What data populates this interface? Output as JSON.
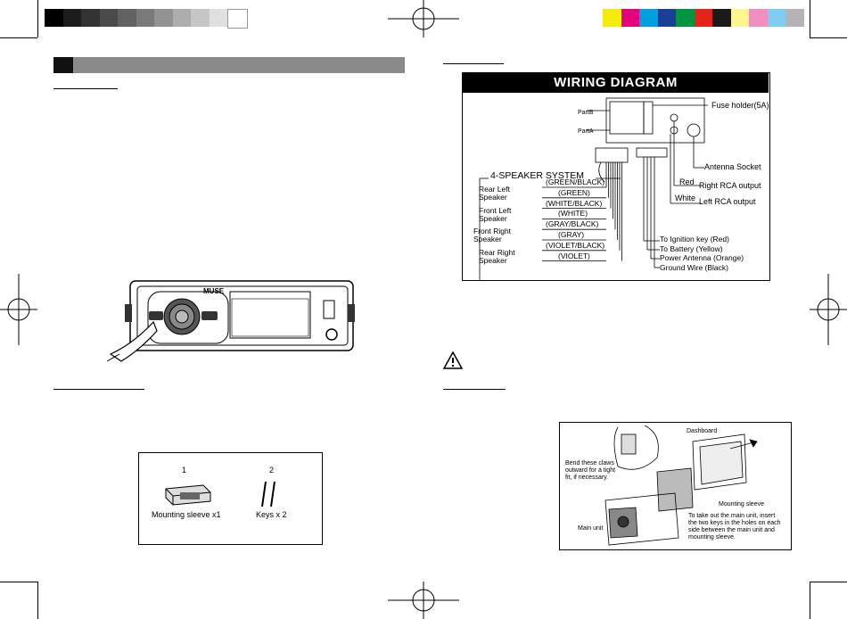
{
  "colors": {
    "grayscale": [
      "#000000",
      "#1c1c1c",
      "#333333",
      "#4a4a4a",
      "#626262",
      "#7a7a7a",
      "#939393",
      "#adadad",
      "#c6c6c6",
      "#e0e0e0",
      "#ffffff"
    ],
    "cmyk": [
      "#f7eb0c",
      "#e5007e",
      "#00a0e0",
      "#1b3f95",
      "#00963f",
      "#e3241b",
      "#1a1a1a",
      "#fff68f",
      "#f18ec0",
      "#7fcdf2",
      "#b4b4b4"
    ]
  },
  "wiring": {
    "title": "WIRING DIAGRAM",
    "part_b": "PartB",
    "part_a": "PartA",
    "fuse": "Fuse holder(5A)",
    "antenna_socket": "Antenna Socket",
    "red": "Red",
    "right_rca": "Right RCA output",
    "white": "White",
    "left_rca": "Left RCA output",
    "system": "4-SPEAKER SYSTEM",
    "wires": [
      "(GREEN/BLACK)",
      "(GREEN)",
      "(WHITE/BLACK)",
      "(WHITE)",
      "(GRAY/BLACK)",
      "(GRAY)",
      "(VIOLET/BLACK)",
      "(VIOLET)"
    ],
    "speakers": [
      {
        "line1": "Rear Left",
        "line2": "Speaker"
      },
      {
        "line1": "Front Left",
        "line2": "Speaker"
      },
      {
        "line1": "Front Right",
        "line2": "Speaker"
      },
      {
        "line1": "Rear Right",
        "line2": "Speaker"
      }
    ],
    "right_labels": [
      "To Ignition key (Red)",
      "To Battery (Yellow)",
      "Power Antenna (Orange)",
      "Ground Wire (Black)"
    ]
  },
  "accessories": {
    "item1_num": "1",
    "item1_label": "Mounting sleeve x1",
    "item2_num": "2",
    "item2_label": "Keys x 2"
  },
  "install": {
    "dashboard": "Dashboard",
    "claws": "Bend these claws outward for a tight fit, if necessary.",
    "sleeve": "Mounting sleeve",
    "main_unit": "Main unit",
    "take_out": "To take out the main unit, insert the two keys in the holes on each side between the main unit and mounting sleeve."
  },
  "radio": {
    "brand": "MUSE"
  }
}
